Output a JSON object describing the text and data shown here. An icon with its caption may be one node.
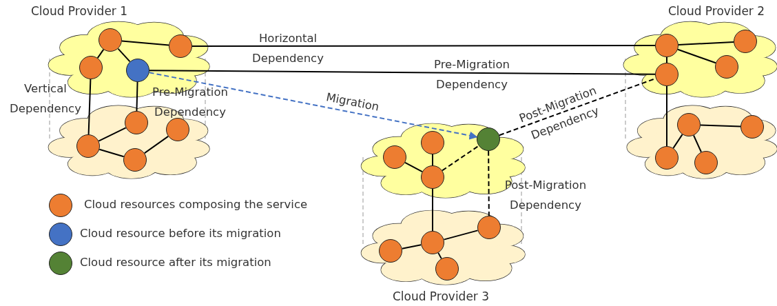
{
  "diagram": {
    "nodes": [
      {
        "text": [
          "Cloud Provider 1"
        ]
      },
      {
        "text": [],
        "shape": "cloud",
        "in": 0
      },
      {
        "text": [],
        "shape": "circle",
        "in": 1
      },
      {
        "text": [],
        "shape": "circle",
        "in": 1
      },
      {
        "text": [],
        "shape": "circle",
        "in": 1
      },
      {
        "text": [],
        "shape": "circle",
        "in": 1
      },
      {
        "text": [],
        "shape": "cloud",
        "in": 0
      },
      {
        "text": [],
        "shape": "circle",
        "in": 6
      },
      {
        "text": [],
        "shape": "circle",
        "in": 6
      },
      {
        "text": [],
        "shape": "circle",
        "in": 6
      },
      {
        "text": [],
        "shape": "circle",
        "in": 6
      },
      {
        "text": [
          "Cloud Provider 2"
        ]
      },
      {
        "text": [],
        "shape": "cloud",
        "in": 11
      },
      {
        "text": [],
        "shape": "circle",
        "in": 12
      },
      {
        "text": [],
        "shape": "circle",
        "in": 12
      },
      {
        "text": [],
        "shape": "circle",
        "in": 12
      },
      {
        "text": [],
        "shape": "circle",
        "in": 12
      },
      {
        "text": [],
        "shape": "cloud",
        "in": 11
      },
      {
        "text": [],
        "shape": "circle",
        "in": 17
      },
      {
        "text": [],
        "shape": "circle",
        "in": 17
      },
      {
        "text": [],
        "shape": "circle",
        "in": 17
      },
      {
        "text": [],
        "shape": "circle",
        "in": 17
      },
      {
        "text": [
          "Cloud Provider 3"
        ]
      },
      {
        "text": [],
        "shape": "cloud",
        "in": 22
      },
      {
        "text": [],
        "shape": "circle",
        "in": 23
      },
      {
        "text": [],
        "shape": "circle",
        "in": 23
      },
      {
        "text": [],
        "shape": "circle",
        "in": 23
      },
      {
        "text": [],
        "shape": "circle",
        "in": 23
      },
      {
        "text": [],
        "shape": "cloud",
        "in": 22
      },
      {
        "text": [],
        "shape": "circle",
        "in": 28
      },
      {
        "text": [],
        "shape": "circle",
        "in": 28
      },
      {
        "text": [],
        "shape": "circle",
        "in": 28
      },
      {
        "text": [],
        "shape": "circle",
        "in": 28
      }
    ],
    "edges": [
      {
        "from": 2,
        "to": 3,
        "arrow": "none"
      },
      {
        "from": 2,
        "to": 4,
        "arrow": "none"
      },
      {
        "from": 2,
        "to": 5,
        "arrow": "none"
      },
      {
        "from": 4,
        "to": 9,
        "arrow": "none",
        "label": "Vertical Dependency"
      },
      {
        "from": 5,
        "to": 7,
        "arrow": "none",
        "label": "Pre-Migration Dependency"
      },
      {
        "from": 7,
        "to": 9,
        "arrow": "none"
      },
      {
        "from": 9,
        "to": 10,
        "arrow": "none"
      },
      {
        "from": 10,
        "to": 8,
        "arrow": "none"
      },
      {
        "from": 3,
        "to": 13,
        "arrow": "none",
        "label": "Horizontal Dependency"
      },
      {
        "from": 5,
        "to": 16,
        "arrow": "none",
        "label": "Pre-Migration Dependency"
      },
      {
        "from": 5,
        "to": 24,
        "arrow": "to",
        "label": "Migration",
        "style": "dashed",
        "color": "#4472c4"
      },
      {
        "from": 24,
        "to": 16,
        "arrow": "none",
        "label": "Post-Migration Dependency",
        "style": "dashed"
      },
      {
        "from": 13,
        "to": 14,
        "arrow": "none"
      },
      {
        "from": 13,
        "to": 15,
        "arrow": "none"
      },
      {
        "from": 13,
        "to": 16,
        "arrow": "none"
      },
      {
        "from": 16,
        "to": 20,
        "arrow": "none"
      },
      {
        "from": 18,
        "to": 19,
        "arrow": "none"
      },
      {
        "from": 18,
        "to": 20,
        "arrow": "none"
      },
      {
        "from": 18,
        "to": 21,
        "arrow": "none"
      },
      {
        "from": 25,
        "to": 27,
        "arrow": "none"
      },
      {
        "from": 26,
        "to": 27,
        "arrow": "none"
      },
      {
        "from": 27,
        "to": 24,
        "arrow": "none",
        "style": "dashed"
      },
      {
        "from": 27,
        "to": 30,
        "arrow": "none"
      },
      {
        "from": 24,
        "to": 29,
        "arrow": "none",
        "label": "Post-Migration Dependency",
        "style": "dashed"
      },
      {
        "from": 30,
        "to": 29,
        "arrow": "none"
      },
      {
        "from": 30,
        "to": 31,
        "arrow": "none"
      },
      {
        "from": 30,
        "to": 32,
        "arrow": "none"
      }
    ],
    "legend": [
      {
        "text": "Cloud resources composing the service",
        "color": "#ed7d31"
      },
      {
        "text": "Cloud resource before its migration",
        "color": "#4472c4"
      },
      {
        "text": "Cloud resource after its migration",
        "color": "#548235"
      }
    ]
  }
}
